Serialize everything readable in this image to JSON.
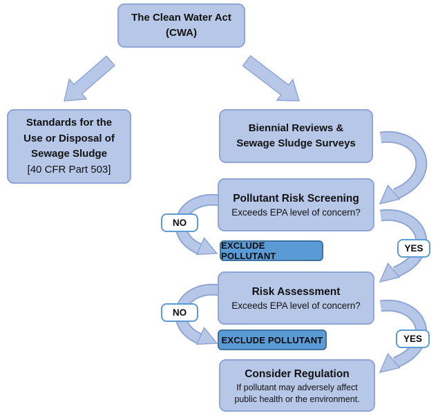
{
  "diagram_title": "The Clean Water Act (CWA) sewage sludge regulation flowchart",
  "colors": {
    "node_fill": "#B7C7E7",
    "node_border": "#8FA5D3",
    "arrow_fill": "#B7C7E7",
    "arrow_outline": "#8FA5D3",
    "exclude_fill": "#5B9BD5",
    "exclude_border": "#41719C",
    "chip_fill": "#FFFFFF",
    "chip_border": "#5B9BD5",
    "text": "#111111"
  },
  "nodes": {
    "cwa": {
      "line1": "The Clean Water Act",
      "line2": "(CWA)"
    },
    "standards": {
      "line1": "Standards for the",
      "line2": "Use or Disposal of",
      "line3": "Sewage Sludge",
      "cite": "[40 CFR Part 503]"
    },
    "biennial": {
      "line1": "Biennial Reviews &",
      "line2": "Sewage Sludge Surveys"
    },
    "screening": {
      "title": "Pollutant Risk Screening",
      "question": "Exceeds EPA level of concern?"
    },
    "exclude1": {
      "label": "EXCLUDE POLLUTANT"
    },
    "assessment": {
      "title": "Risk Assessment",
      "question": "Exceeds EPA level of concern?"
    },
    "exclude2": {
      "label": "EXCLUDE POLLUTANT"
    },
    "consider": {
      "title": "Consider Regulation",
      "line1": "If pollutant may adversely affect",
      "line2": "public health or the environment."
    }
  },
  "decision_labels": {
    "no1": "NO",
    "yes1": "YES",
    "no2": "NO",
    "yes2": "YES"
  }
}
